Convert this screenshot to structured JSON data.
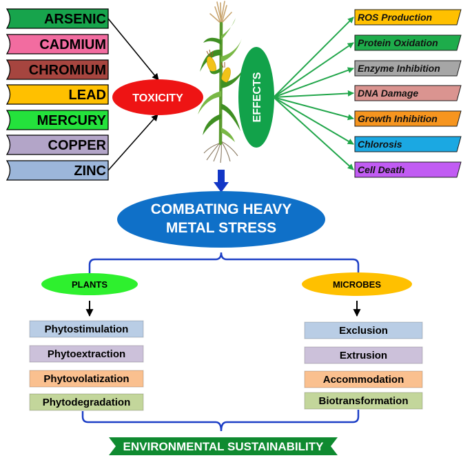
{
  "metals": {
    "items": [
      {
        "label": "ARSENIC",
        "color": "#17a44c"
      },
      {
        "label": "CADMIUM",
        "color": "#f26ca0"
      },
      {
        "label": "CHROMIUM",
        "color": "#a6453f"
      },
      {
        "label": "LEAD",
        "color": "#ffc000"
      },
      {
        "label": "MERCURY",
        "color": "#24e23c"
      },
      {
        "label": "COPPER",
        "color": "#b3a5c8"
      },
      {
        "label": "ZINC",
        "color": "#9cb6da"
      }
    ]
  },
  "toxicity": {
    "label": "TOXICITY",
    "color": "#ee1414"
  },
  "illustration": {
    "icon": "corn-plant-icon"
  },
  "effects_hub": {
    "label": "EFFECTS",
    "color": "#12a24a"
  },
  "effects": {
    "items": [
      {
        "label": "ROS Production",
        "color": "#ffc000"
      },
      {
        "label": "Protein Oxidation",
        "color": "#1eac4b"
      },
      {
        "label": "Enzyme Inhibition",
        "color": "#a6a6a6"
      },
      {
        "label": "DNA Damage",
        "color": "#da9490"
      },
      {
        "label": "Growth Inhibition",
        "color": "#f6951f"
      },
      {
        "label": "Chlorosis",
        "color": "#1ba8e2"
      },
      {
        "label": "Cell Death",
        "color": "#c15cf3"
      }
    ]
  },
  "central": {
    "line1": "COMBATING HEAVY",
    "line2": "METAL STRESS",
    "color": "#0f70c8"
  },
  "plants": {
    "label": "PLANTS",
    "color": "#2ef02e",
    "strategies": [
      {
        "label": "Phytostimulation",
        "color": "#b9cde5"
      },
      {
        "label": "Phytoextraction",
        "color": "#ccc1da"
      },
      {
        "label": "Phytovolatization",
        "color": "#fac08f"
      },
      {
        "label": "Phytodegradation",
        "color": "#c3d69b"
      }
    ]
  },
  "microbes": {
    "label": "MICROBES",
    "color": "#ffc000",
    "strategies": [
      {
        "label": "Exclusion",
        "color": "#b9cde5"
      },
      {
        "label": "Extrusion",
        "color": "#ccc1da"
      },
      {
        "label": "Accommodation",
        "color": "#fac08f"
      },
      {
        "label": "Biotransformation",
        "color": "#c3d69b"
      }
    ]
  },
  "outcome": {
    "label": "ENVIRONMENTAL SUSTAINABILITY",
    "color": "#0f8a30"
  },
  "connectors": {
    "metal_arrow_color": "#000000",
    "effect_arrow_color": "#22a64b",
    "bracket_color": "#1d3fc6",
    "down_arrow_color": "#1236c6"
  }
}
